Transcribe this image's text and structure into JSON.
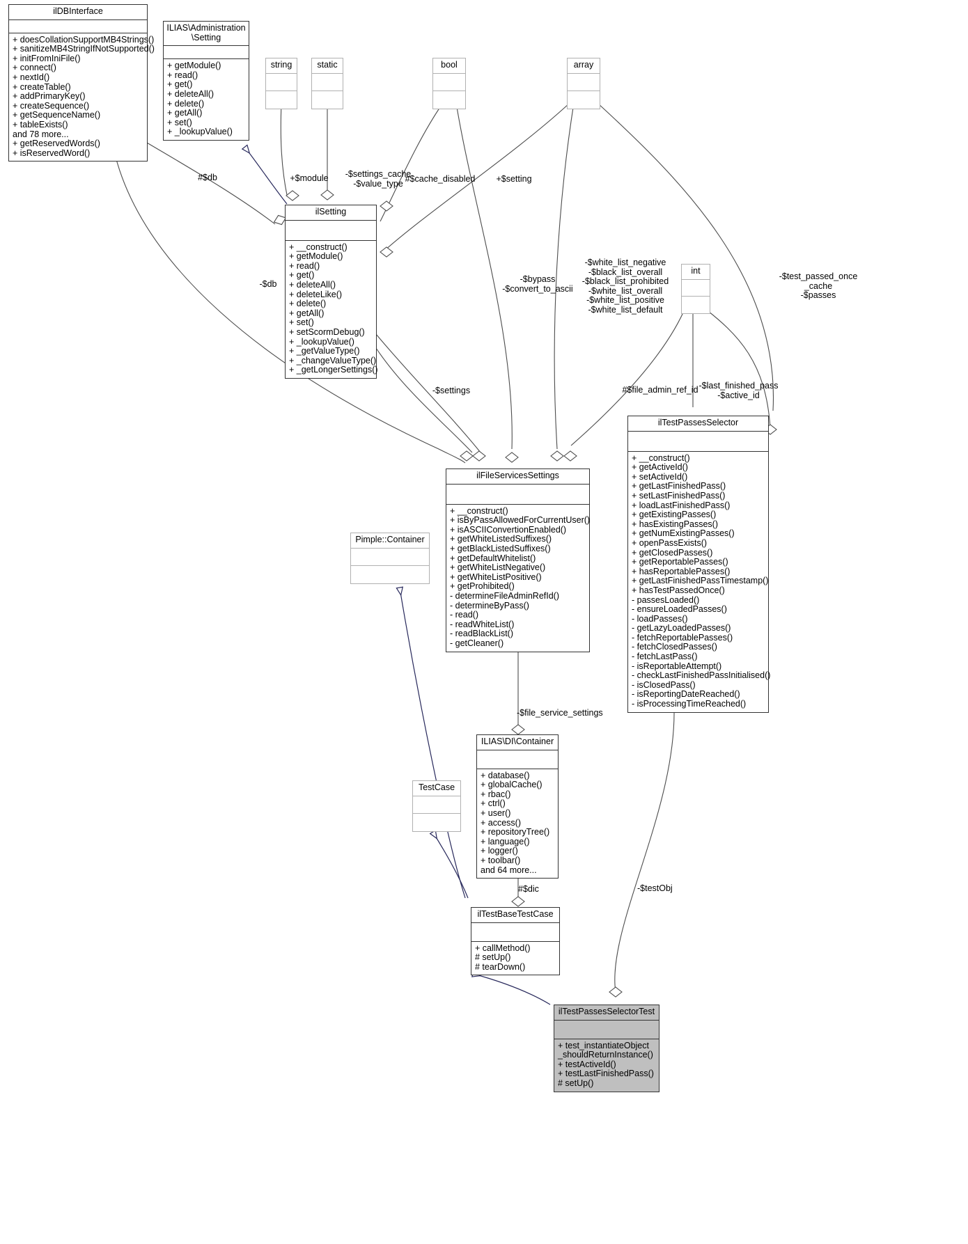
{
  "diagram": {
    "type": "uml-collaboration-diagram",
    "title": "ilTestPassesSelectorTest collaboration diagram",
    "colors": {
      "border": "#333333",
      "light_border": "#b0b0b0",
      "inheritance_edge": "#27285b",
      "aggregation_edge": "#4c4c4c",
      "highlight_fill": "#bfbfbf",
      "background": "#ffffff"
    }
  },
  "classes": {
    "ildbinterface": {
      "name": "ilDBInterface",
      "attributes": [],
      "operations": [
        "+ doesCollationSupportMB4Strings()",
        "+ sanitizeMB4StringIfNotSupported()",
        "+ initFromIniFile()",
        "+ connect()",
        "+ nextId()",
        "+ createTable()",
        "+ addPrimaryKey()",
        "+ createSequence()",
        "+ getSequenceName()",
        "+ tableExists()",
        "and 78 more...",
        "+ getReservedWords()",
        "+ isReservedWord()"
      ]
    },
    "ilias_administration_setting": {
      "name": "ILIAS\\Administration\n\\Setting",
      "attributes": [],
      "operations": [
        "+ getModule()",
        "+ read()",
        "+ get()",
        "+ deleteAll()",
        "+ delete()",
        "+ getAll()",
        "+ set()",
        "+ _lookupValue()"
      ]
    },
    "string": {
      "name": "string",
      "attributes": [],
      "operations": []
    },
    "static": {
      "name": "static",
      "attributes": [],
      "operations": []
    },
    "bool": {
      "name": "bool",
      "attributes": [],
      "operations": []
    },
    "array": {
      "name": "array",
      "attributes": [],
      "operations": []
    },
    "int": {
      "name": "int",
      "attributes": [],
      "operations": []
    },
    "ilsetting": {
      "name": "ilSetting",
      "attributes": [],
      "operations": [
        "+ __construct()",
        "+ getModule()",
        "+ read()",
        "+ get()",
        "+ deleteAll()",
        "+ deleteLike()",
        "+ delete()",
        "+ getAll()",
        "+ set()",
        "+ setScormDebug()",
        "+ _lookupValue()",
        "+ _getValueType()",
        "+ _changeValueType()",
        "+ _getLongerSettings()"
      ]
    },
    "ilfileservicessettings": {
      "name": "ilFileServicesSettings",
      "attributes": [],
      "operations": [
        "+ __construct()",
        "+ isByPassAllowedForCurrentUser()",
        "+ isASCIIConvertionEnabled()",
        "+ getWhiteListedSuffixes()",
        "+ getBlackListedSuffixes()",
        "+ getDefaultWhitelist()",
        "+ getWhiteListNegative()",
        "+ getWhiteListPositive()",
        "+ getProhibited()",
        "- determineFileAdminRefId()",
        "- determineByPass()",
        "- read()",
        "- readWhiteList()",
        "- readBlackList()",
        "- getCleaner()"
      ]
    },
    "pimple_container": {
      "name": "Pimple::Container",
      "attributes": [],
      "operations": []
    },
    "iltestpassesselector": {
      "name": "ilTestPassesSelector",
      "attributes": [],
      "operations": [
        "+ __construct()",
        "+ getActiveId()",
        "+ setActiveId()",
        "+ getLastFinishedPass()",
        "+ setLastFinishedPass()",
        "+ loadLastFinishedPass()",
        "+ getExistingPasses()",
        "+ hasExistingPasses()",
        "+ getNumExistingPasses()",
        "+ openPassExists()",
        "+ getClosedPasses()",
        "+ getReportablePasses()",
        "+ hasReportablePasses()",
        "+ getLastFinishedPassTimestamp()",
        "+ hasTestPassedOnce()",
        "- passesLoaded()",
        "- ensureLoadedPasses()",
        "- loadPasses()",
        "- getLazyLoadedPasses()",
        "- fetchReportablePasses()",
        "- fetchClosedPasses()",
        "- fetchLastPass()",
        "- isReportableAttempt()",
        "- checkLastFinishedPassInitialised()",
        "- isClosedPass()",
        "- isReportingDateReached()",
        "- isProcessingTimeReached()"
      ]
    },
    "ilias_di_container": {
      "name": "ILIAS\\DI\\Container",
      "attributes": [],
      "operations": [
        "+ database()",
        "+ globalCache()",
        "+ rbac()",
        "+ ctrl()",
        "+ user()",
        "+ access()",
        "+ repositoryTree()",
        "+ language()",
        "+ logger()",
        "+ toolbar()",
        "and 64 more..."
      ]
    },
    "testcase": {
      "name": "TestCase",
      "attributes": [],
      "operations": []
    },
    "iltestbasetestcase": {
      "name": "ilTestBaseTestCase",
      "attributes": [],
      "operations": [
        "+ callMethod()",
        "# setUp()",
        "# tearDown()"
      ]
    },
    "iltestpassesselectortest": {
      "name": "ilTestPassesSelectorTest",
      "attributes": [],
      "operations": [
        "+ test_instantiateObject",
        "_shouldReturnInstance()",
        "+ testActiveId()",
        "+ testLastFinishedPass()",
        "# setUp()"
      ]
    }
  },
  "edge_labels": {
    "db_ilsetting": "#$db",
    "module": "+$module",
    "settings_cache": "-$settings_cache\n-$value_type",
    "cache_disabled": "#$cache_disabled",
    "setting": "+$setting",
    "db_fileservices": "-$db",
    "bypass": "-$bypass\n-$convert_to_ascii",
    "white_black_lists": "-$white_list_negative\n-$black_list_overall\n-$black_list_prohibited\n-$white_list_overall\n-$white_list_positive\n-$white_list_default",
    "test_passed_once": "-$test_passed_once\n_cache\n-$passes",
    "settings": "-$settings",
    "file_admin_ref_id": "#$file_admin_ref_id",
    "last_finished_pass": "-$last_finished_pass\n-$active_id",
    "file_service_settings": "-$file_service_settings",
    "dic": "#$dic",
    "test_obj": "-$testObj"
  }
}
